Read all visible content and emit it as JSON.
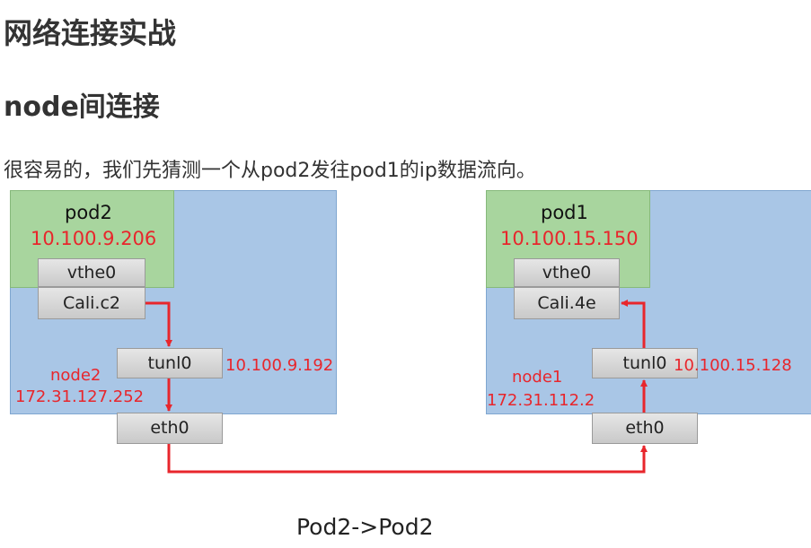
{
  "page": {
    "title": "网络连接实战",
    "subtitle": "node间连接",
    "intro": "很容易的，我们先猜测一个从pod2发往pod1的ip数据流向。"
  },
  "diagram": {
    "left": {
      "pod_name": "pod2",
      "pod_ip": "10.100.9.206",
      "vthe": "vthe0",
      "cali": "Cali.c2",
      "tunl": "tunl0",
      "tunl_ip": "10.100.9.192",
      "node_name": "node2",
      "node_ip": "172.31.127.252",
      "eth": "eth0"
    },
    "right": {
      "pod_name": "pod1",
      "pod_ip": "10.100.15.150",
      "vthe": "vthe0",
      "cali": "Cali.4e",
      "tunl": "tunl0",
      "tunl_ip": "10.100.15.128",
      "node_name": "node1",
      "node_ip": "172.31.112.2",
      "eth": "eth0"
    },
    "caption": "Pod2->Pod2",
    "colors": {
      "node_bg": "#a9c6e6",
      "pod_bg": "#a8d59e",
      "arrow": "#e8262c",
      "ip_text": "#e8262c"
    }
  }
}
